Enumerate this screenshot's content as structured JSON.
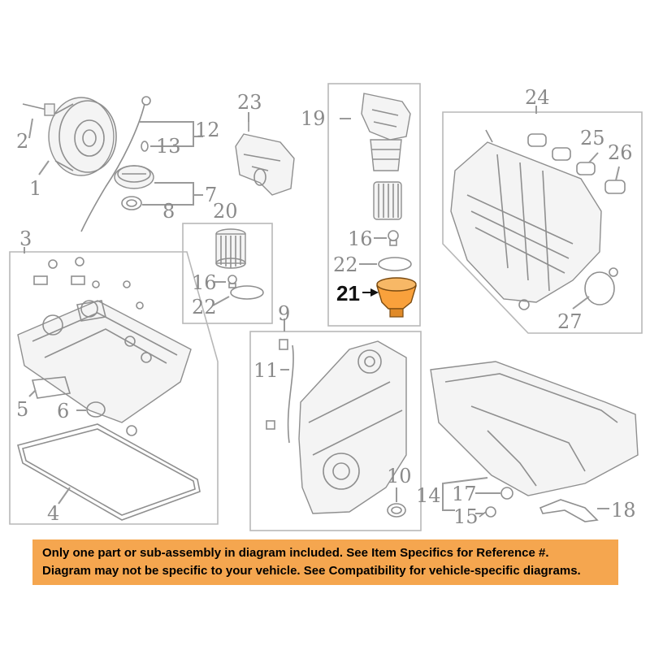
{
  "colors": {
    "highlight": "#F9A13C",
    "banner": "#F5A64F",
    "line": "#9a9a9a"
  },
  "callouts": {
    "n1": "1",
    "n2": "2",
    "n3": "3",
    "n4": "4",
    "n5": "5",
    "n6": "6",
    "n7": "7",
    "n8": "8",
    "n9": "9",
    "n10": "10",
    "n11": "11",
    "n12": "12",
    "n13": "13",
    "n14": "14",
    "n15": "15",
    "n16a": "16",
    "n16b": "16",
    "n17": "17",
    "n18": "18",
    "n19": "19",
    "n20": "20",
    "n21": "21",
    "n22a": "22",
    "n22b": "22",
    "n23": "23",
    "n24": "24",
    "n25": "25",
    "n26": "26",
    "n27": "27"
  },
  "notice": {
    "line1": "Only one part or sub-assembly in diagram included. See Item Specifics for Reference #.",
    "line2": "Diagram may not be specific to your vehicle. See Compatibility for vehicle-specific diagrams."
  }
}
